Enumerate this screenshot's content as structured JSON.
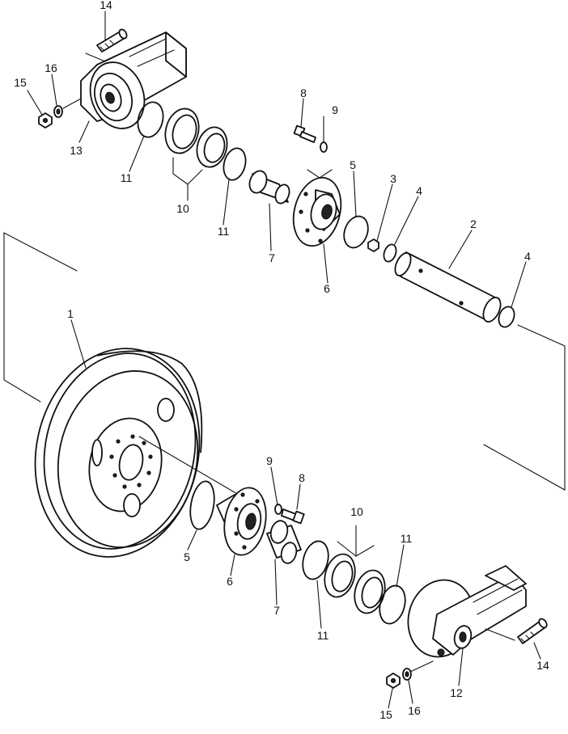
{
  "diagram": {
    "callouts": [
      {
        "id": "c14-top",
        "text": "14"
      },
      {
        "id": "c16-top",
        "text": "16"
      },
      {
        "id": "c15-top",
        "text": "15"
      },
      {
        "id": "c13",
        "text": "13"
      },
      {
        "id": "c11-a",
        "text": "11"
      },
      {
        "id": "c10-top",
        "text": "10"
      },
      {
        "id": "c11-b",
        "text": "11"
      },
      {
        "id": "c8-top",
        "text": "8"
      },
      {
        "id": "c9-top",
        "text": "9"
      },
      {
        "id": "c7-top",
        "text": "7"
      },
      {
        "id": "c5-top",
        "text": "5"
      },
      {
        "id": "c6-top",
        "text": "6"
      },
      {
        "id": "c3",
        "text": "3"
      },
      {
        "id": "c4-a",
        "text": "4"
      },
      {
        "id": "c2",
        "text": "2"
      },
      {
        "id": "c4-b",
        "text": "4"
      },
      {
        "id": "c1",
        "text": "1"
      },
      {
        "id": "c9-bot",
        "text": "9"
      },
      {
        "id": "c8-bot",
        "text": "8"
      },
      {
        "id": "c10-bot",
        "text": "10"
      },
      {
        "id": "c11-c",
        "text": "11"
      },
      {
        "id": "c5-bot",
        "text": "5"
      },
      {
        "id": "c6-bot",
        "text": "6"
      },
      {
        "id": "c7-bot",
        "text": "7"
      },
      {
        "id": "c11-d",
        "text": "11"
      },
      {
        "id": "c14-bot",
        "text": "14"
      },
      {
        "id": "c12",
        "text": "12"
      },
      {
        "id": "c15-bot",
        "text": "15"
      },
      {
        "id": "c16-bot",
        "text": "16"
      }
    ]
  }
}
